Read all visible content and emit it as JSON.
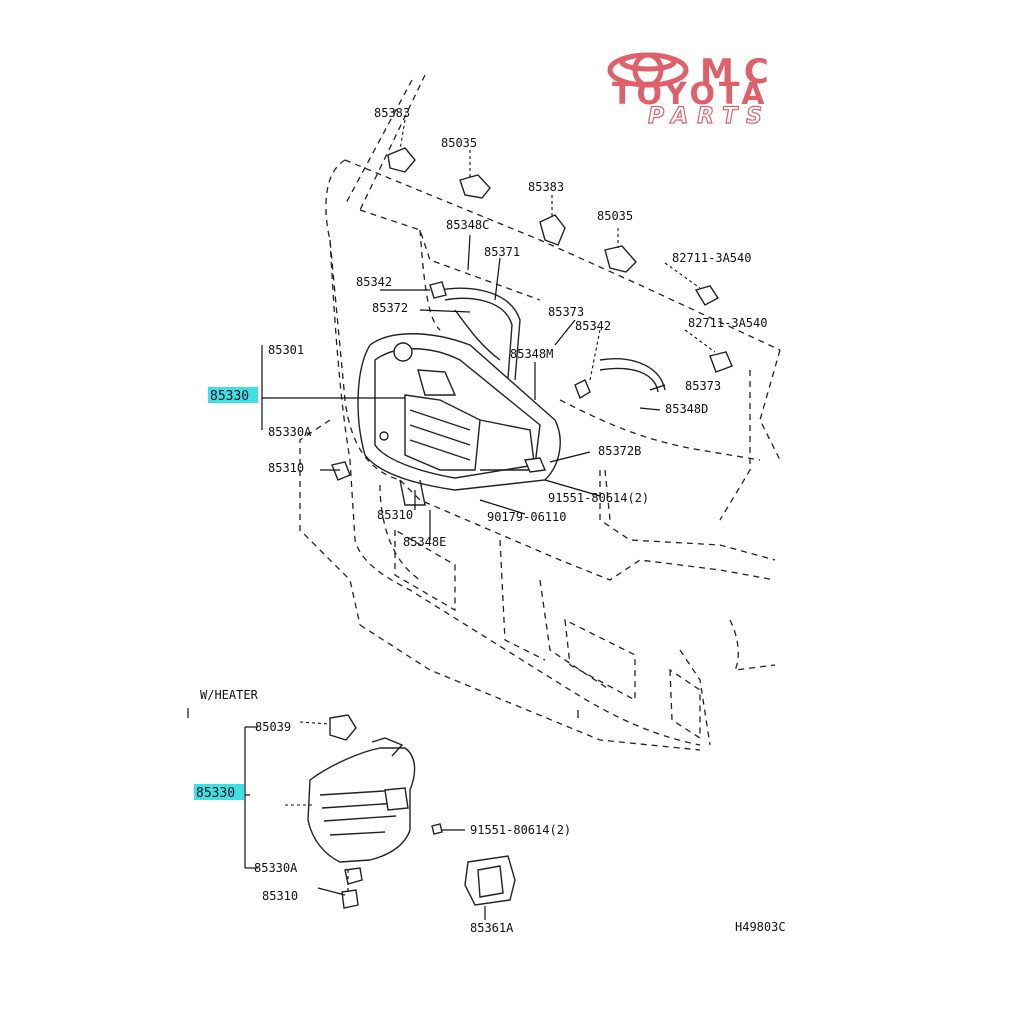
{
  "logo": {
    "mc": "MC",
    "toyota": "TOYOTA",
    "parts": "PARTS",
    "color": "#e0606a"
  },
  "callouts": {
    "c85383_a": "85383",
    "c85035_a": "85035",
    "c85383_b": "85383",
    "c85035_b": "85035",
    "c85348c": "85348C",
    "c85371": "85371",
    "c82711_a": "82711-3A540",
    "c85342_a": "85342",
    "c85372": "85372",
    "c85373_a": "85373",
    "c85342_b": "85342",
    "c82711_b": "82711-3A540",
    "c85301": "85301",
    "c85348m": "85348M",
    "c85330_main": "85330",
    "c85373_b": "85373",
    "c85348d": "85348D",
    "c85330a_main": "85330A",
    "c85372b": "85372B",
    "c85310_a": "85310",
    "c91551_a": "91551-80614(2)",
    "c85310_b": "85310",
    "c90179": "90179-06110",
    "c85348e": "85348E",
    "c_heater_note": "W/HEATER",
    "c85039": "85039",
    "c85330_inset": "85330",
    "c91551_b": "91551-80614(2)",
    "c85330a_inset": "85330A",
    "c85310_c": "85310",
    "c85361a": "85361A",
    "c_code": "H49803C"
  },
  "highlight_color": "#3ee0e6"
}
